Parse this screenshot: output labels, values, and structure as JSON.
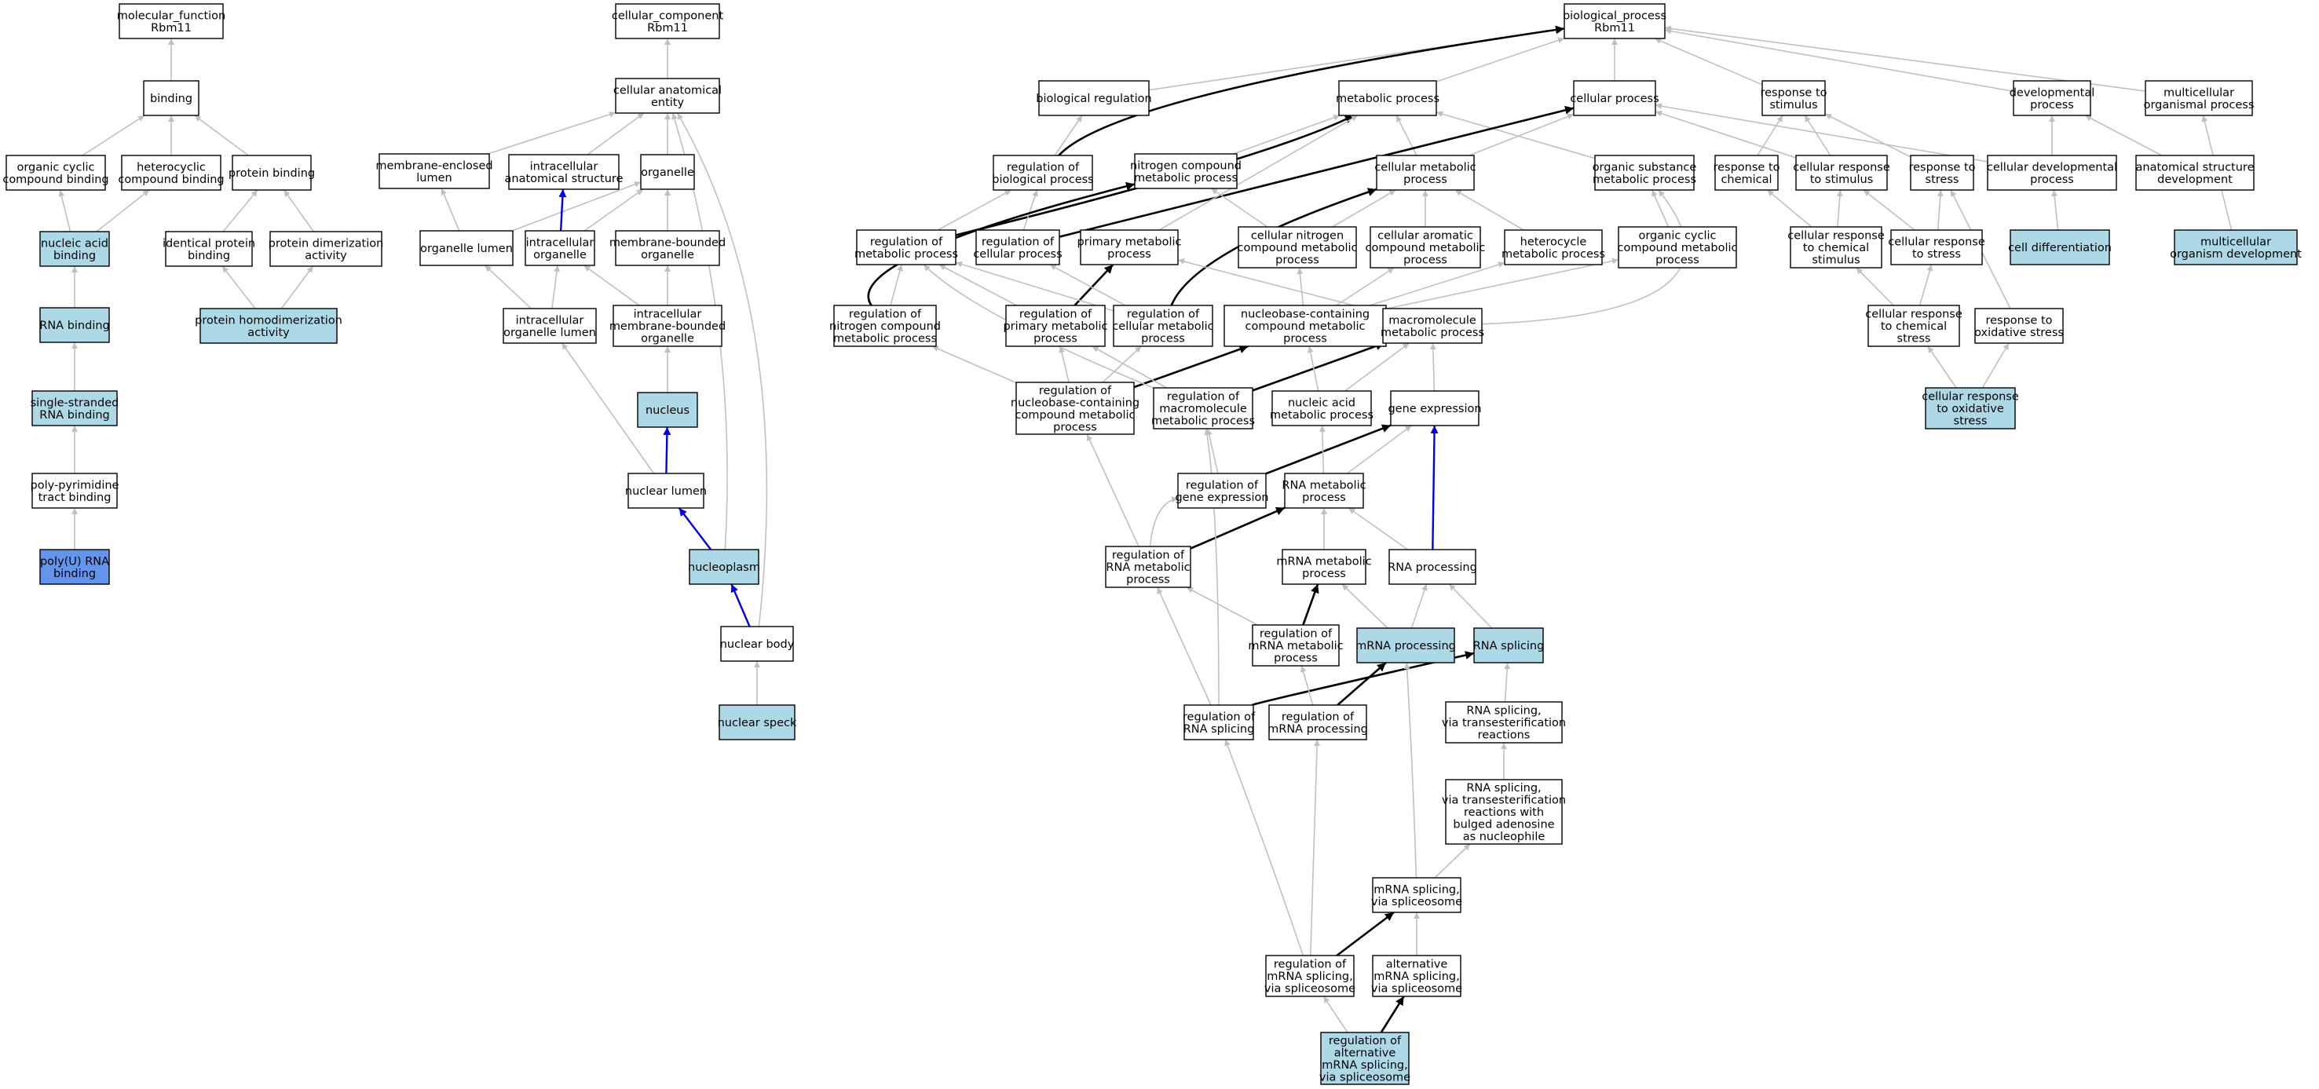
{
  "nodes": {
    "mf": {
      "label": "molecular_function\nRbm11",
      "fill": "#ffffff"
    },
    "binding": {
      "label": "binding",
      "fill": "#ffffff"
    },
    "ocb": {
      "label": "organic cyclic\ncompound binding",
      "fill": "#ffffff"
    },
    "hcb": {
      "label": "heterocyclic\ncompound binding",
      "fill": "#ffffff"
    },
    "pb": {
      "label": "protein binding",
      "fill": "#ffffff"
    },
    "nab": {
      "label": "nucleic acid\nbinding",
      "fill": "#add8e6"
    },
    "ipb": {
      "label": "identical protein\nbinding",
      "fill": "#ffffff"
    },
    "pda": {
      "label": "protein dimerization\nactivity",
      "fill": "#ffffff"
    },
    "rnab": {
      "label": "RNA binding",
      "fill": "#add8e6"
    },
    "pha": {
      "label": "protein homodimerization\nactivity",
      "fill": "#add8e6"
    },
    "ssrb": {
      "label": "single-stranded\nRNA binding",
      "fill": "#add8e6"
    },
    "pptb": {
      "label": "poly-pyrimidine\ntract binding",
      "fill": "#ffffff"
    },
    "polyu": {
      "label": "poly(U) RNA\nbinding",
      "fill": "#6495ed"
    },
    "cc": {
      "label": "cellular_component\nRbm11",
      "fill": "#ffffff"
    },
    "cae": {
      "label": "cellular anatomical\nentity",
      "fill": "#ffffff"
    },
    "mel": {
      "label": "membrane-enclosed\nlumen",
      "fill": "#ffffff"
    },
    "ias": {
      "label": "intracellular\nanatomical structure",
      "fill": "#ffffff"
    },
    "org": {
      "label": "organelle",
      "fill": "#ffffff"
    },
    "orgl": {
      "label": "organelle lumen",
      "fill": "#ffffff"
    },
    "io": {
      "label": "intracellular\norganelle",
      "fill": "#ffffff"
    },
    "mbo": {
      "label": "membrane-bounded\norganelle",
      "fill": "#ffffff"
    },
    "iol": {
      "label": "intracellular\norganelle lumen",
      "fill": "#ffffff"
    },
    "imbo": {
      "label": "intracellular\nmembrane-bounded\norganelle",
      "fill": "#ffffff"
    },
    "nucleus": {
      "label": "nucleus",
      "fill": "#add8e6"
    },
    "nl": {
      "label": "nuclear lumen",
      "fill": "#ffffff"
    },
    "np": {
      "label": "nucleoplasm",
      "fill": "#add8e6"
    },
    "nb": {
      "label": "nuclear body",
      "fill": "#ffffff"
    },
    "ns": {
      "label": "nuclear speck",
      "fill": "#add8e6"
    },
    "bp": {
      "label": "biological_process\nRbm11",
      "fill": "#ffffff"
    },
    "br": {
      "label": "biological regulation",
      "fill": "#ffffff"
    },
    "mp": {
      "label": "metabolic process",
      "fill": "#ffffff"
    },
    "cp": {
      "label": "cellular process",
      "fill": "#ffffff"
    },
    "rts": {
      "label": "response to\nstimulus",
      "fill": "#ffffff"
    },
    "dp": {
      "label": "developmental\nprocess",
      "fill": "#ffffff"
    },
    "mop": {
      "label": "multicellular\norganismal process",
      "fill": "#ffffff"
    },
    "rbp": {
      "label": "regulation of\nbiological process",
      "fill": "#ffffff"
    },
    "ncmp": {
      "label": "nitrogen compound\nmetabolic process",
      "fill": "#ffffff"
    },
    "cmp": {
      "label": "cellular metabolic\nprocess",
      "fill": "#ffffff"
    },
    "osmp": {
      "label": "organic substance\nmetabolic process",
      "fill": "#ffffff"
    },
    "rtc": {
      "label": "response to\nchemical",
      "fill": "#ffffff"
    },
    "crts": {
      "label": "cellular response\nto stimulus",
      "fill": "#ffffff"
    },
    "rtstress": {
      "label": "response to\nstress",
      "fill": "#ffffff"
    },
    "cdp": {
      "label": "cellular developmental\nprocess",
      "fill": "#ffffff"
    },
    "asd": {
      "label": "anatomical structure\ndevelopment",
      "fill": "#ffffff"
    },
    "rmp": {
      "label": "regulation of\nmetabolic process",
      "fill": "#ffffff"
    },
    "rcp": {
      "label": "regulation of\ncellular process",
      "fill": "#ffffff"
    },
    "pmp": {
      "label": "primary metabolic\nprocess",
      "fill": "#ffffff"
    },
    "cncmp": {
      "label": "cellular nitrogen\ncompound metabolic\nprocess",
      "fill": "#ffffff"
    },
    "cacmp": {
      "label": "cellular aromatic\ncompound metabolic\nprocess",
      "fill": "#ffffff"
    },
    "hmp": {
      "label": "heterocycle\nmetabolic process",
      "fill": "#ffffff"
    },
    "occmp": {
      "label": "organic cyclic\ncompound metabolic\nprocess",
      "fill": "#ffffff"
    },
    "crtc": {
      "label": "cellular response\nto chemical\nstimulus",
      "fill": "#ffffff"
    },
    "crtstress": {
      "label": "cellular response\nto stress",
      "fill": "#ffffff"
    },
    "celldiff": {
      "label": "cell differentiation",
      "fill": "#add8e6"
    },
    "mod": {
      "label": "multicellular\norganism development",
      "fill": "#add8e6"
    },
    "rncmp": {
      "label": "regulation of\nnitrogen compound\nmetabolic process",
      "fill": "#ffffff"
    },
    "rpmp": {
      "label": "regulation of\nprimary metabolic\nprocess",
      "fill": "#ffffff"
    },
    "rcmp": {
      "label": "regulation of\ncellular metabolic\nprocess",
      "fill": "#ffffff"
    },
    "nbcmp": {
      "label": "nucleobase-containing\ncompound metabolic\nprocess",
      "fill": "#ffffff"
    },
    "macmp": {
      "label": "macromolecule\nmetabolic process",
      "fill": "#ffffff"
    },
    "crtcs": {
      "label": "cellular response\nto chemical\nstress",
      "fill": "#ffffff"
    },
    "rtos": {
      "label": "response to\noxidative stress",
      "fill": "#ffffff"
    },
    "rnbcmp": {
      "label": "regulation of\nnucleobase-containing\ncompound metabolic\nprocess",
      "fill": "#ffffff"
    },
    "rmacmp": {
      "label": "regulation of\nmacromolecule\nmetabolic process",
      "fill": "#ffffff"
    },
    "namp": {
      "label": "nucleic acid\nmetabolic process",
      "fill": "#ffffff"
    },
    "ge": {
      "label": "gene expression",
      "fill": "#ffffff"
    },
    "crtos": {
      "label": "cellular response\nto oxidative\nstress",
      "fill": "#add8e6"
    },
    "rge": {
      "label": "regulation of\ngene expression",
      "fill": "#ffffff"
    },
    "rnamp": {
      "label": "RNA metabolic\nprocess",
      "fill": "#ffffff"
    },
    "rrnamp": {
      "label": "regulation of\nRNA metabolic\nprocess",
      "fill": "#ffffff"
    },
    "mrnamp": {
      "label": "mRNA metabolic\nprocess",
      "fill": "#ffffff"
    },
    "rnaproc": {
      "label": "RNA processing",
      "fill": "#ffffff"
    },
    "rmrnamp": {
      "label": "regulation of\nmRNA metabolic\nprocess",
      "fill": "#ffffff"
    },
    "mrnaproc": {
      "label": "mRNA processing",
      "fill": "#add8e6"
    },
    "rnasplice": {
      "label": "RNA splicing",
      "fill": "#add8e6"
    },
    "rrnas": {
      "label": "regulation of\nRNA splicing",
      "fill": "#ffffff"
    },
    "rmrnaproc": {
      "label": "regulation of\nmRNA processing",
      "fill": "#ffffff"
    },
    "rstr": {
      "label": "RNA splicing,\nvia transesterification\nreactions",
      "fill": "#ffffff"
    },
    "rstrba": {
      "label": "RNA splicing,\nvia transesterification\nreactions with\nbulged adenosine\nas nucleophile",
      "fill": "#ffffff"
    },
    "msvs": {
      "label": "mRNA splicing,\nvia spliceosome",
      "fill": "#ffffff"
    },
    "rmsvs": {
      "label": "regulation of\nmRNA splicing,\nvia spliceosome",
      "fill": "#ffffff"
    },
    "amsvs": {
      "label": "alternative\nmRNA splicing,\nvia spliceosome",
      "fill": "#ffffff"
    },
    "ramsvs": {
      "label": "regulation of\nalternative\nmRNA splicing,\nvia spliceosome",
      "fill": "#add8e6"
    }
  }
}
